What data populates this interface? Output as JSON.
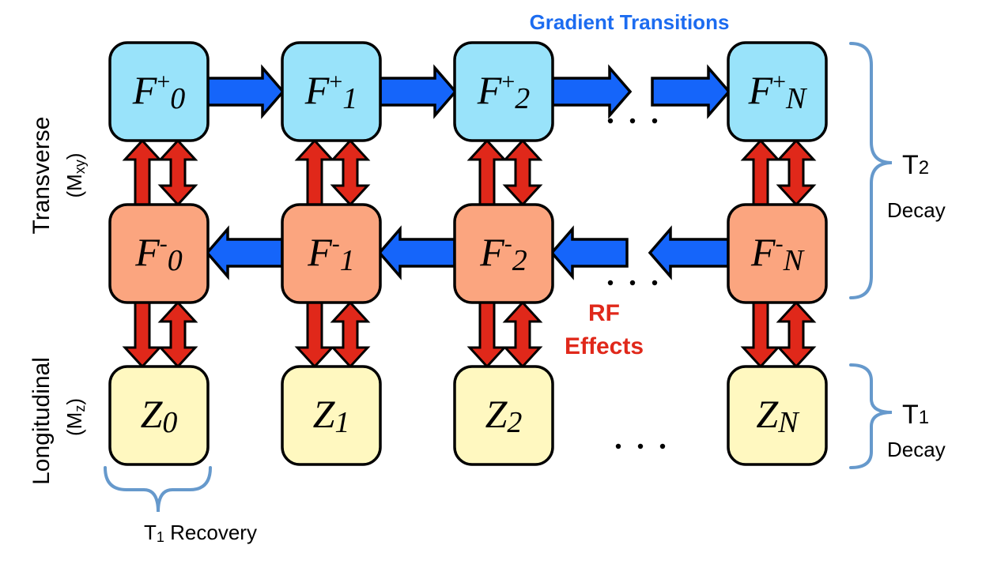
{
  "title": "Gradient Transitions",
  "colors": {
    "f_plus_fill": "#99e3fa",
    "f_minus_fill": "#fba57f",
    "z_fill": "#fff8c0",
    "gradient_arrow": "#1565fa",
    "rf_arrow": "#e0281a",
    "brace": "#6699cc",
    "gradient_label": "#1c6cf0",
    "rf_label": "#e0281a"
  },
  "rows": [
    {
      "id": "f_plus",
      "base": "F",
      "sup": "+"
    },
    {
      "id": "f_minus",
      "base": "F",
      "sup": "-"
    },
    {
      "id": "z",
      "base": "Z",
      "sup": ""
    }
  ],
  "columns": [
    "0",
    "1",
    "2",
    "N"
  ],
  "ellipsis": ". . .",
  "labels": {
    "gradient": "Gradient Transitions",
    "rf_line1": "RF",
    "rf_line2": "Effects",
    "transverse": "Transverse",
    "transverse_sub_open": "(M",
    "transverse_sub": "xy",
    "transverse_sub_close": ")",
    "longitudinal": "Longitudinal",
    "longitudinal_sub_open": "(M",
    "longitudinal_sub": "z",
    "longitudinal_sub_close": ")",
    "t2_main": "T",
    "t2_sub": "2",
    "t2_decay": "Decay",
    "t1_main": "T",
    "t1_sub": "1",
    "t1_decay": "Decay",
    "recovery_main": "T",
    "recovery_sub": "1",
    "recovery_text": " Recovery"
  }
}
